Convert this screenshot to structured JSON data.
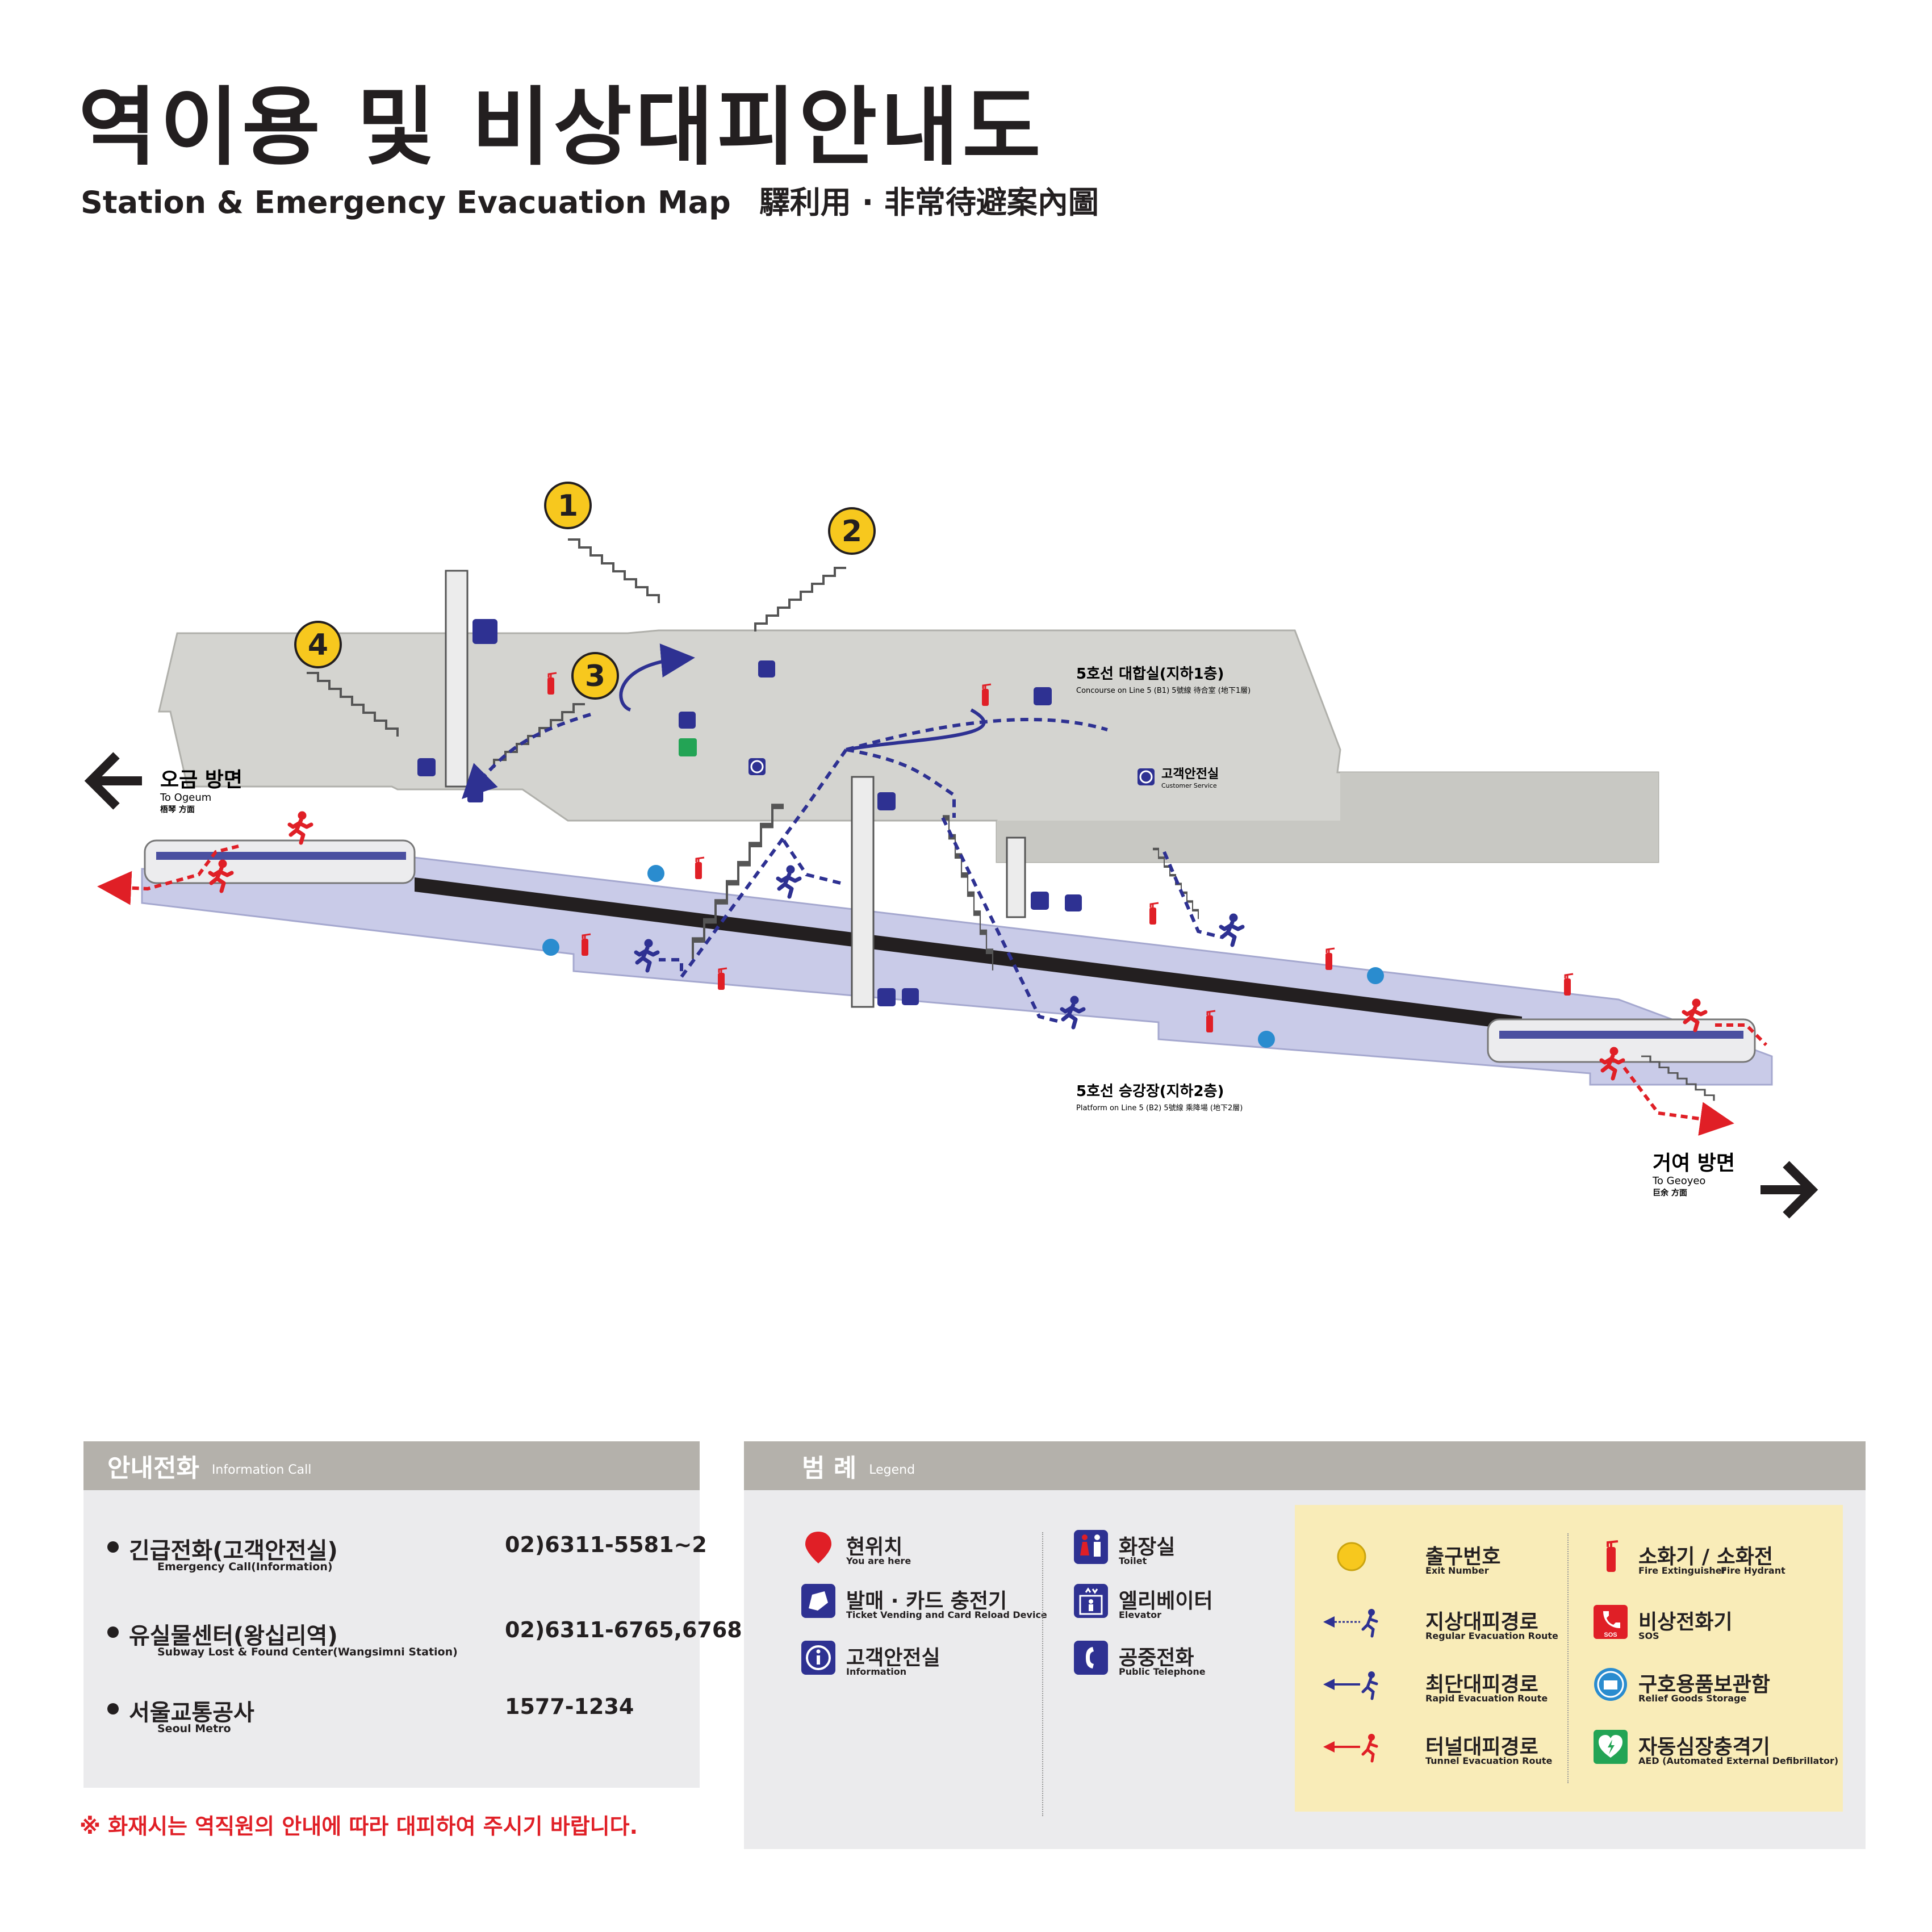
{
  "title": {
    "ko": "역이용 및 비상대피안내도",
    "en": "Station & Emergency Evacuation Map",
    "hanja": "驛利用 · 非常待避案內圖"
  },
  "map": {
    "exits": [
      "1",
      "2",
      "3",
      "4"
    ],
    "concourse": {
      "ko": "5호선 대합실(지하1층)",
      "en": "Concourse on Line 5 (B1)  5號線 待合室 (地下1層)"
    },
    "platform": {
      "ko": "5호선 승강장(지하2층)",
      "en": "Platform on Line 5 (B2)  5號線 乘降場 (地下2層)"
    },
    "customer_service": {
      "ko": "고객안전실",
      "en": "Customer Service"
    },
    "direction_left": {
      "ko": "오금 방면",
      "en": "To Ogeum",
      "hanja": "梧琴 方面"
    },
    "direction_right": {
      "ko": "거여 방면",
      "en": "To Geoyeo",
      "hanja": "巨余 方面"
    }
  },
  "info_call": {
    "title_ko": "안내전화",
    "title_en": "Information Call",
    "rows": [
      {
        "ko": "긴급전화(고객안전실)",
        "en": "Emergency Call(Information)",
        "number": "02)6311-5581~2"
      },
      {
        "ko": "유실물센터(왕십리역)",
        "en": "Subway Lost & Found Center(Wangsimni Station)",
        "number": "02)6311-6765,6768"
      },
      {
        "ko": "서울교통공사",
        "en": "Seoul Metro",
        "number": "1577-1234"
      }
    ],
    "fire_note": "※ 화재시는 역직원의 안내에 따라 대피하여 주시기 바랍니다."
  },
  "legend": {
    "title_ko": "범 례",
    "title_en": "Legend",
    "col1": [
      {
        "ko": "현위치",
        "en": "You are here",
        "icon": "location-pin-icon"
      },
      {
        "ko": "발매 · 카드 충전기",
        "en": "Ticket Vending and Card Reload Device",
        "icon": "ticket-machine-icon"
      },
      {
        "ko": "고객안전실",
        "en": "Information",
        "icon": "information-icon"
      }
    ],
    "col2": [
      {
        "ko": "화장실",
        "en": "Toilet",
        "icon": "toilet-icon"
      },
      {
        "ko": "엘리베이터",
        "en": "Elevator",
        "icon": "elevator-icon"
      },
      {
        "ko": "공중전화",
        "en": "Public Telephone",
        "icon": "telephone-icon"
      }
    ],
    "col3": [
      {
        "ko": "출구번호",
        "en": "Exit Number",
        "icon": "exit-number-icon"
      },
      {
        "ko": "지상대피경로",
        "en": "Regular Evacuation Route",
        "icon": "regular-evacuation-route-icon"
      },
      {
        "ko": "최단대피경로",
        "en": "Rapid Evacuation Route",
        "icon": "rapid-evacuation-route-icon"
      },
      {
        "ko": "터널대피경로",
        "en": "Tunnel Evacuation Route",
        "icon": "tunnel-evacuation-route-icon"
      }
    ],
    "col4": [
      {
        "ko": "소화기 / 소화전",
        "en": "Fire Extinguisher",
        "en2": "Fire Hydrant",
        "icon": "fire-extinguisher-icon"
      },
      {
        "ko": "비상전화기",
        "en": "SOS",
        "icon": "sos-phone-icon"
      },
      {
        "ko": "구호용품보관함",
        "en": "Relief Goods Storage",
        "icon": "relief-goods-icon"
      },
      {
        "ko": "자동심장충격기",
        "en": "AED (Automated External Defibrillator)",
        "icon": "aed-icon"
      }
    ]
  },
  "colors": {
    "concourse_floor": "#d4d4d0",
    "platform_floor": "#c9cbe8",
    "track": "#231f20",
    "route_navy": "#2e3192",
    "route_red": "#e01f26",
    "exit_yellow": "#f7c81e",
    "panel_header": "#b4b1ab",
    "panel_bg": "#ebebed",
    "legend_yellow": "#f9ecb8"
  }
}
